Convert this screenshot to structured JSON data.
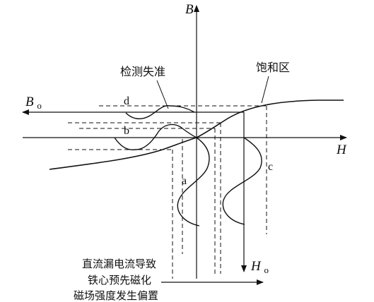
{
  "axes": {
    "b_label": "B",
    "h_label": "H",
    "b0_main": "B",
    "b0_sub": "o",
    "h0_main": "H",
    "h0_sub": "o"
  },
  "waveform_labels": {
    "a": "a",
    "b": "b",
    "c": "c",
    "d": "d"
  },
  "annotations": {
    "detection_error": "检测失准",
    "saturation_region": "饱和区",
    "bias_line1": "直流漏电流导致",
    "bias_line2": "铁心预先磁化",
    "bias_line3": "磁场强度发生偏置"
  },
  "colors": {
    "line": "#111111",
    "background": "#ffffff"
  }
}
